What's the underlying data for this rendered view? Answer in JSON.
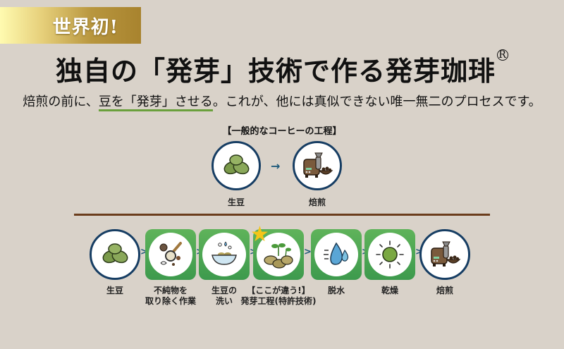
{
  "badge": {
    "label": "世界初!"
  },
  "title": {
    "text": "独自の「発芽」技術で作る発芽珈琲",
    "mark": "R"
  },
  "subtitle": {
    "before": "焙煎の前に、",
    "underlined": "豆を「発芽」させる",
    "after": "。これが、他には真似できない唯一無二のプロセスです。"
  },
  "general_process": {
    "heading": "【一般的なコーヒーの工程】",
    "steps": [
      {
        "label": "生豆",
        "icon": "green-coffee-beans-icon"
      },
      {
        "label": "焙煎",
        "icon": "coffee-roaster-icon"
      }
    ],
    "arrow": "→"
  },
  "our_process": {
    "steps": [
      {
        "label_line1": "生豆",
        "label_line2": "",
        "icon": "green-coffee-beans-icon"
      },
      {
        "label_line1": "不純物を",
        "label_line2": "取り除く作業",
        "icon": "sieve-scoop-icon"
      },
      {
        "label_line1": "生豆の",
        "label_line2": "洗い",
        "icon": "washing-bowl-icon"
      },
      {
        "label_line1": "【ここが違う!】",
        "label_line2": "発芽工程(特許技術)",
        "icon": "sprouting-beans-icon",
        "highlight": "star"
      },
      {
        "label_line1": "脱水",
        "label_line2": "",
        "icon": "water-drops-icon"
      },
      {
        "label_line1": "乾燥",
        "label_line2": "",
        "icon": "sun-icon"
      },
      {
        "label_line1": "焙煎",
        "label_line2": "",
        "icon": "coffee-roaster-icon"
      }
    ],
    "arrow": ">"
  },
  "colors": {
    "background": "#d9d2c9",
    "gold": "#b8963e",
    "circle_border": "#163d63",
    "tile_green": "#4aa652",
    "underline_green": "#6aa03c",
    "divider_brown": "#6b3d1c"
  }
}
